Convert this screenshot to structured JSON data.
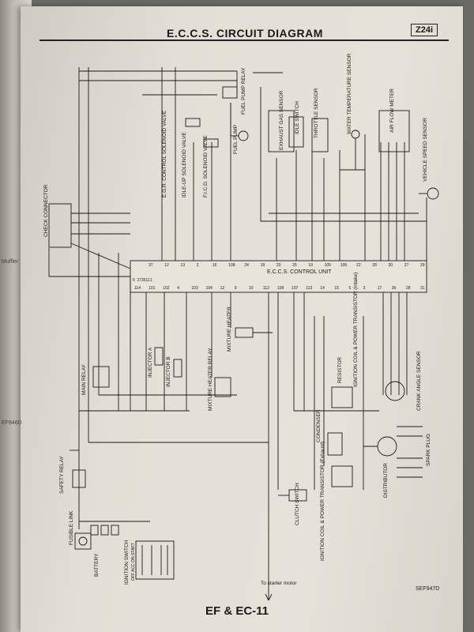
{
  "header": {
    "title": "E.C.C.S. CIRCUIT DIAGRAM",
    "model": "Z24i"
  },
  "footer": {
    "page": "EF & EC-11",
    "ref_code": "SEF947D"
  },
  "side_notes": {
    "muffler": "Muffler",
    "code": "EF946D"
  },
  "control_unit": {
    "label": "E.C.C.S. CONTROL UNIT",
    "top_pins": [
      "37",
      "12",
      "13",
      "2",
      "16",
      "108",
      "24",
      "18",
      "23",
      "25",
      "19",
      "105",
      "106",
      "22",
      "28",
      "30",
      "27",
      "29"
    ],
    "left_pins": [
      "6",
      "27",
      "35",
      "11",
      "1"
    ],
    "bottom_pins": [
      "114",
      "101",
      "102",
      "4",
      "103",
      "104",
      "12",
      "9",
      "10",
      "112",
      "109",
      "107",
      "113",
      "14",
      "15",
      "5",
      "3",
      "17",
      "36",
      "28",
      "31"
    ]
  },
  "components": {
    "egr_valve": "E.G.R. CONTROL SOLENOID VALVE",
    "idle_up_valve": "IDLE-UP SOLENOID VALVE",
    "ficd_valve": "F.I.C.D. SOLENOID VALVE",
    "fuel_pump_relay": "FUEL PUMP RELAY",
    "fuel_pump": "FUEL PUMP",
    "exhaust_gas_sensor": "EXHAUST GAS SENSOR",
    "idle_switch": "IDLE SWITCH",
    "throttle_sensor": "THROTTLE SENSOR",
    "water_temp_sensor": "WATER TEMPERATURE SENSOR",
    "air_flow_meter": "AIR FLOW METER",
    "vehicle_speed_sensor": "VEHICLE SPEED SENSOR",
    "check_connector": "CHECK CONNECTOR",
    "injector_a": "INJECTOR A",
    "injector_b": "INJECTOR B",
    "mixture_heater": "MIXTURE HEATER",
    "mixture_heater_relay": "MIXTURE HEATER RELAY",
    "main_relay": "MAIN RELAY",
    "safety_relay": "SAFETY RELAY",
    "fusible_link": "FUSIBLE LINK",
    "battery": "BATTERY",
    "ignition_switch": "IGNITION SWITCH",
    "ignition_switch_positions": "OFF ACC ON START",
    "clutch_switch": "CLUTCH SWITCH",
    "to_starter": "To starter motor",
    "condenser": "CONDENSER",
    "resistor": "RESISTOR",
    "ign_coil_intake": "IGNITION COIL & POWER TRANSISTOR (Intake)",
    "ign_coil_exhaust": "IGNITION COIL & POWER TRANSISTOR (Exhaust)",
    "crank_angle_sensor": "CRANK ANGLE SENSOR",
    "distributor": "DISTRIBUTOR",
    "spark_plug": "SPARK PLUG"
  }
}
